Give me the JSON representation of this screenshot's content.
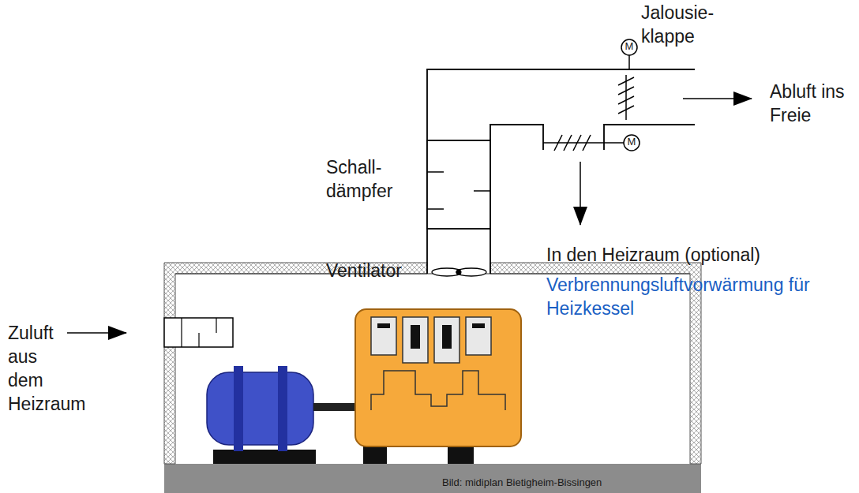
{
  "diagram": {
    "labels": [
      "Jalousie- klappe",
      "Abluft ins Freie",
      "Schall- dämpfer",
      "Ventilator",
      "In den Heizraum (optional)",
      "Verbrennungsluftvorwärmung für Heizkessel",
      "Zuluft aus dem Heizraum",
      "M",
      "M",
      "Bild: midiplan Bietigheim-Bissingen"
    ]
  }
}
